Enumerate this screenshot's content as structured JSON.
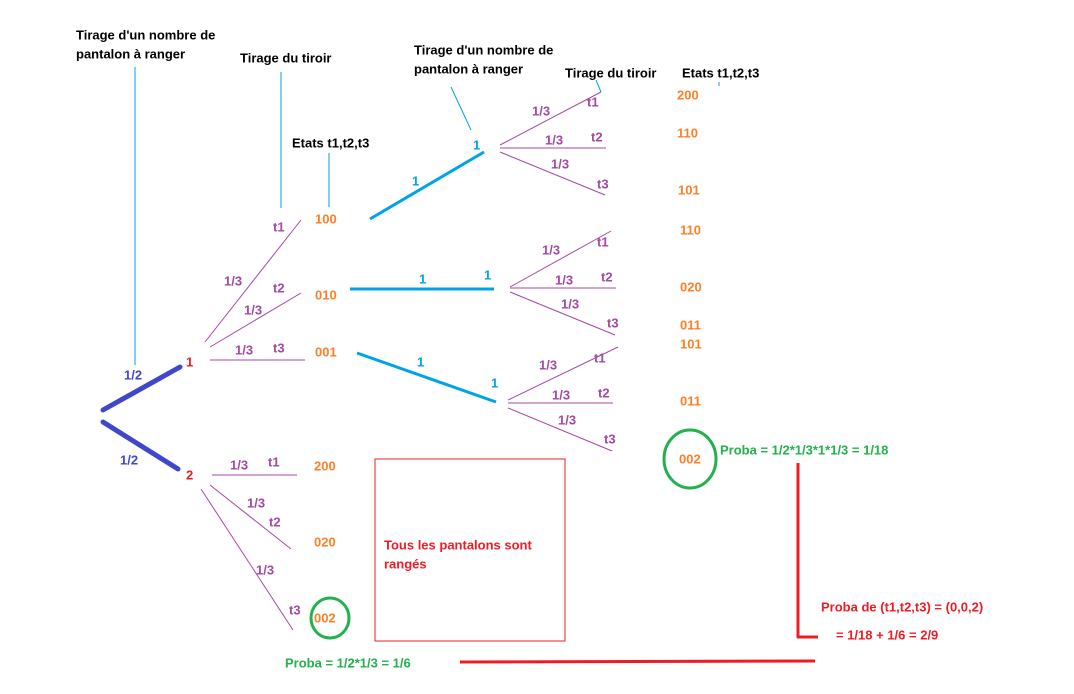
{
  "headers": {
    "draw_count_line1": "Tirage d'un nombre de",
    "draw_count_line2": "pantalon à ranger",
    "draw_drawer": "Tirage du tiroir",
    "states": "Etats t1,t2,t3"
  },
  "level1": {
    "prob_1": "1/2",
    "prob_2": "1/2",
    "node_1": "1",
    "node_2": "2"
  },
  "branches": {
    "third": "1/3",
    "one": "1",
    "t1": "t1",
    "t2": "t2",
    "t3": "t3"
  },
  "states_first": [
    "100",
    "010",
    "001"
  ],
  "states_node2": [
    "200",
    "020",
    "002"
  ],
  "states_final": [
    "200",
    "110",
    "101",
    "110",
    "020",
    "011",
    "101",
    "011",
    "002"
  ],
  "annotations": {
    "box_line1": "Tous les pantalons sont",
    "box_line2": "rangés",
    "proba_path1": "Proba = 1/2*1/3*1*1/3 = 1/18",
    "proba_path2": "Proba = 1/2*1/3 = 1/6",
    "proba_total_line1": "Proba de (t1,t2,t3) = (0,0,2)",
    "proba_total_line2": "=  1/18 + 1/6 = 2/9"
  },
  "colors": {
    "branch": "#a349a4",
    "state": "#ff7f27",
    "node": "#ed1c24",
    "highlight": "#22b14c",
    "certain": "#00a2e8",
    "root": "#3f48cc"
  }
}
